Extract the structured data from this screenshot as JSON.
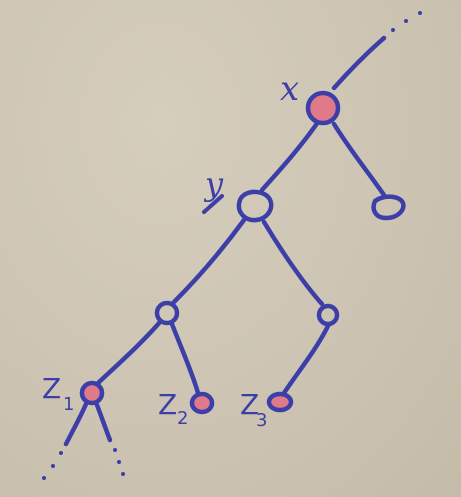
{
  "colors": {
    "ink": "#3d3fa8",
    "marked_fill": "#e07a8a",
    "background": "#cec5b4"
  },
  "labels": {
    "x": "x",
    "y": "y",
    "z1": "Z",
    "z1_sub": "1",
    "z2": "Z",
    "z2_sub": "2",
    "z3": "Z",
    "z3_sub": "3"
  },
  "nodes": [
    {
      "id": "x",
      "marked": true
    },
    {
      "id": "y",
      "marked": false
    },
    {
      "id": "x-right-child",
      "marked": false
    },
    {
      "id": "y-left-child",
      "marked": false
    },
    {
      "id": "y-right-child",
      "marked": false
    },
    {
      "id": "z1",
      "marked": true
    },
    {
      "id": "z2",
      "marked": true
    },
    {
      "id": "z3",
      "marked": true
    }
  ]
}
